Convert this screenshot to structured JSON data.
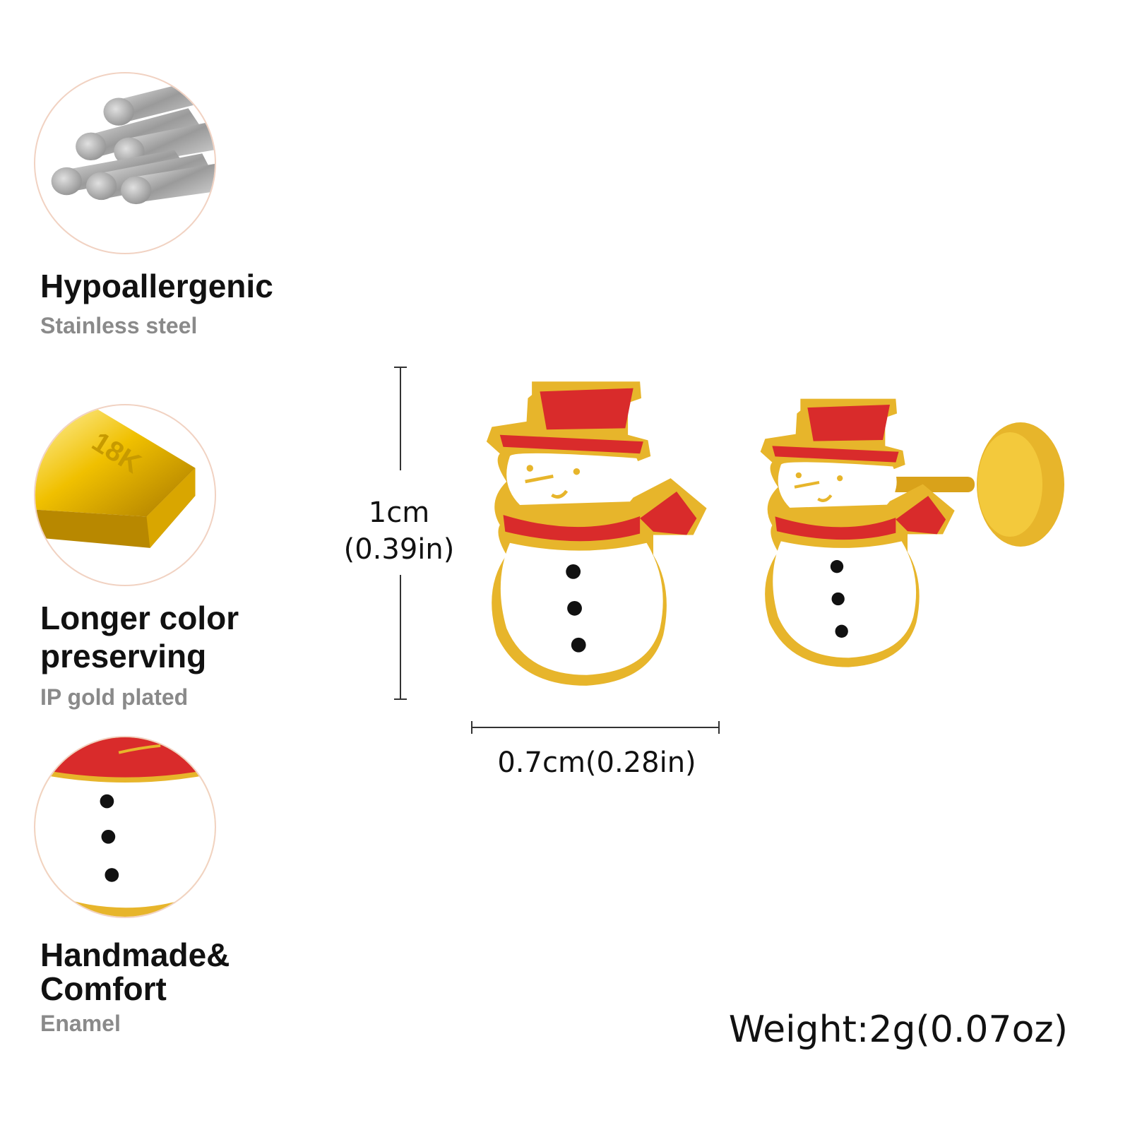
{
  "features": [
    {
      "title": "Hypoallergenic",
      "subtitle": "Stainless steel",
      "icon": "steel-rods-icon"
    },
    {
      "title": "Longer color preserving",
      "subtitle": "IP gold plated",
      "icon": "gold-bar-icon",
      "badge": "18K"
    },
    {
      "title": "Handmade& Comfort",
      "subtitle": "Enamel",
      "icon": "enamel-closeup-icon"
    }
  ],
  "dimensions": {
    "height_label_cm": "1cm",
    "height_label_in": "(0.39in)",
    "width_label": "0.7cm(0.28in)"
  },
  "weight_label": "Weight:2g(0.07oz)",
  "colors": {
    "gold": "#e7b52b",
    "enamel_red": "#d92b2b",
    "enamel_white": "#ffffff",
    "text": "#111111",
    "subtext": "#8a8a8a",
    "circle_border": "#f1d2c2"
  }
}
